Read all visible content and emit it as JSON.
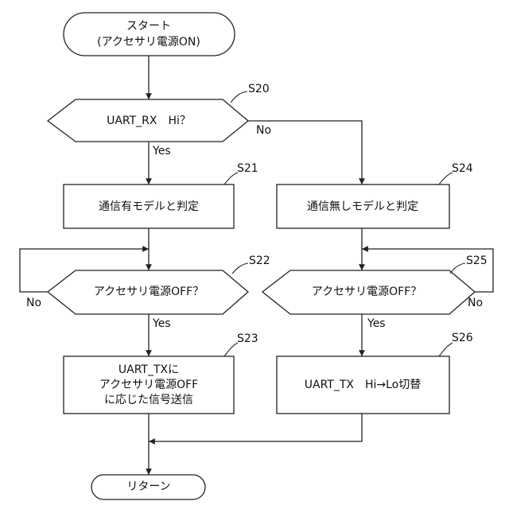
{
  "nodes": {
    "start": {
      "line1": "スタート",
      "line2": "(アクセサリ電源ON)"
    },
    "s20": {
      "step": "S20",
      "text": "UART_RX　Hi？"
    },
    "s21": {
      "step": "S21",
      "text": "通信有モデルと判定"
    },
    "s22": {
      "step": "S22",
      "text": "アクセサリ電源OFF？"
    },
    "s23": {
      "step": "S23",
      "lines": [
        "UART_TXに",
        "アクセサリ電源OFF",
        "に応じた信号送信"
      ]
    },
    "s24": {
      "step": "S24",
      "text": "通信無しモデルと判定"
    },
    "s25": {
      "step": "S25",
      "text": "アクセサリ電源OFF？"
    },
    "s26": {
      "step": "S26",
      "text": "UART_TX　Hi→Lo切替"
    },
    "return": {
      "text": "リターン"
    }
  },
  "edge_labels": {
    "s20_yes": "Yes",
    "s20_no": "No",
    "s22_yes": "Yes",
    "s22_no": "No",
    "s25_yes": "Yes",
    "s25_no": "No"
  }
}
